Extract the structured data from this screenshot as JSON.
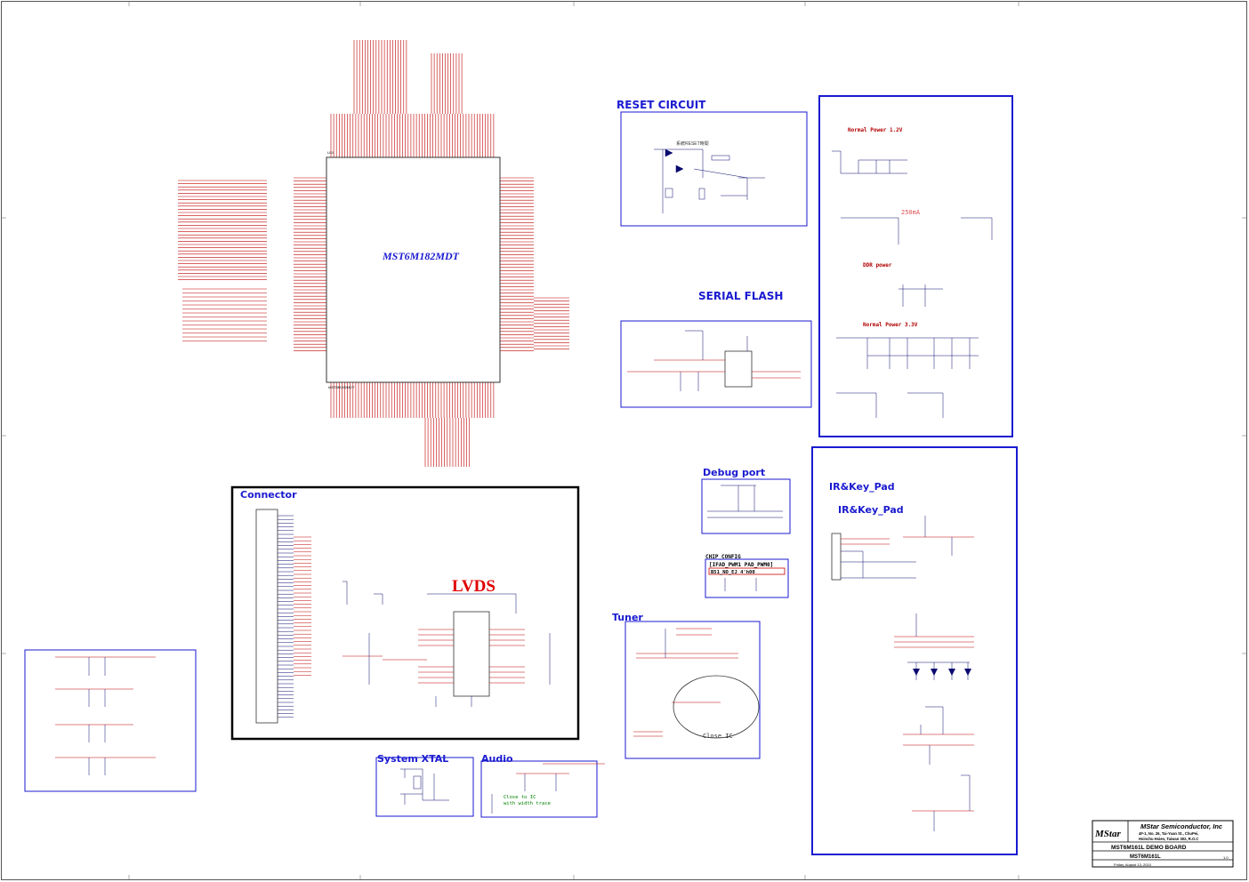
{
  "ic": {
    "name": "MST6M182MDT",
    "ref": "U11",
    "bottom_label": "MST6M182MDT"
  },
  "sections": {
    "reset": "RESET CIRCUIT",
    "serial_flash": "SERIAL FLASH",
    "debug": "Debug port",
    "chip_config": "CHIP_CONFIG",
    "tuner": "Tuner",
    "connector": "Connector",
    "lvds": "LVDS",
    "xtal": "System XTAL",
    "audio": "Audio",
    "ir_key_a": "IR&Key_Pad",
    "ir_key_b": "IR&Key_Pad"
  },
  "power": {
    "normal_12": "Normal Power 1.2V",
    "current": "250mA",
    "ddr": "DDR power",
    "normal_33": "Normal Power 3.3V"
  },
  "notes": {
    "close_ic": "Close IC",
    "audio_note_1": "Close to IC",
    "audio_note_2": "with width trace",
    "chip_config_hdr": "[IFAD_PWM1 PAD_PWM0]",
    "chip_config_row": "B51_NO_EJ     4'h00"
  },
  "title_block": {
    "company": "MStar Semiconductor, Inc",
    "addr1": "4F-1, No. 26, Tai-Yuan St., ChuPei,",
    "addr2": "Hsinchu Hsien, Taiwan 302, R.O.C",
    "board": "MST6M161L DEMO BOARD",
    "doc": "MST6M161L",
    "date": "Friday, August 13, 2010",
    "rev": "1.0",
    "logo": "MStar"
  },
  "colors": {
    "block": "#1a1ad0",
    "net": "#c00000",
    "lvds": "#e00000"
  }
}
